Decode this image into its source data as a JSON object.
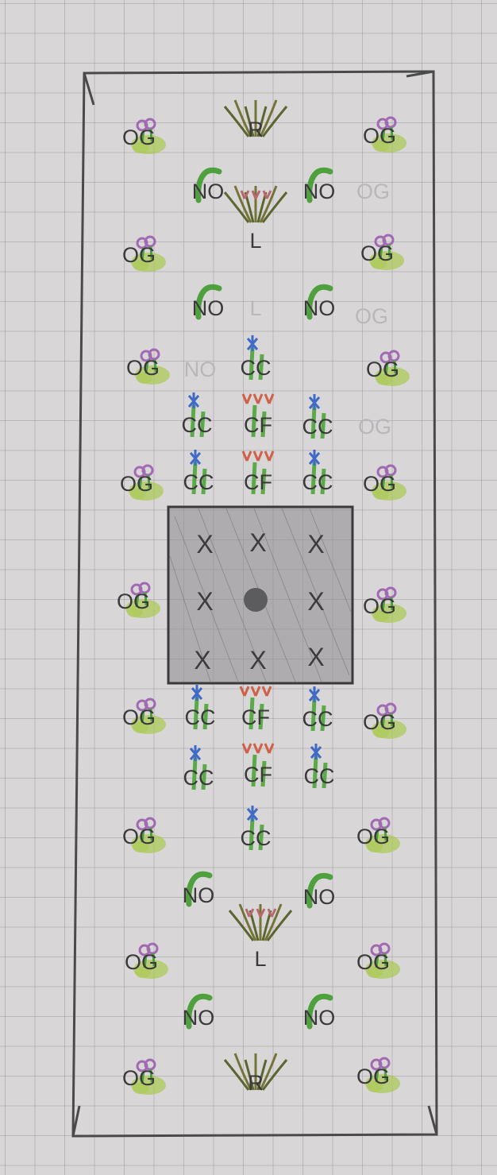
{
  "labels": {
    "og": "OG",
    "no": "NO",
    "r": "R",
    "l": "L",
    "cc": "CC",
    "cf": "CF",
    "x": "X"
  },
  "colors": {
    "paper": "#d9d6d8",
    "pencil": "#3a3a3a",
    "og_foliage": "#a7c94a",
    "og_flower": "#9b5fb0",
    "no_stem": "#3f9a2e",
    "grass": "#6b6a26",
    "l_flower": "#b45f63",
    "cc_flower": "#2f5fc4",
    "cf_flower": "#d0553a",
    "plant_stem": "#4ea63a",
    "bed": "#8d8b8e",
    "center_dot": "#5c5b5e"
  },
  "icons": {
    "og": "purple-flower-clump-icon",
    "no": "hooked-stem-icon",
    "r": "grass-tuft-icon",
    "l": "grass-with-flower-icon",
    "cc": "blue-flower-icon",
    "cf": "red-flower-icon",
    "x": "x-mark",
    "center": "center-dot"
  }
}
